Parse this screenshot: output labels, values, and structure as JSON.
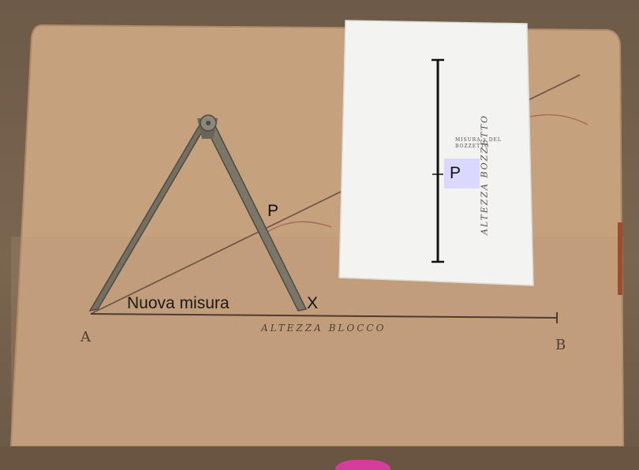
{
  "labels": {
    "compass_point": "P",
    "new_measure": "Nuova misura",
    "compass_tip": "X",
    "paper_point": "P"
  },
  "handwritten": {
    "point_a": "A",
    "point_b": "B",
    "baseline": "ALTEZZA BLOCCO",
    "sketch_height": "ALTEZZA BOZZETTO",
    "sketch_measure": "MISURA x DEL BOZZETTO"
  },
  "colors": {
    "cardboard": "#c7a27f",
    "paper": "#f4f4f2",
    "highlight_box": "#d8d6ff",
    "pencil_line": "#5a4636",
    "compass_metal": "#6f6a5f"
  }
}
